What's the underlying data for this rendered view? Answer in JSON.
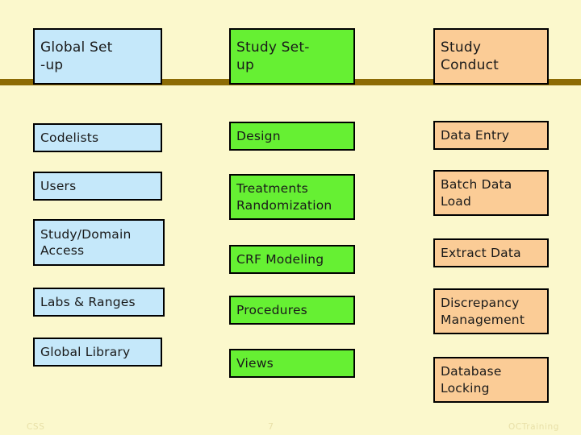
{
  "slide": {
    "background_color": "#FBF8CC",
    "divider_color": "#8C6B04",
    "columns": [
      {
        "id": "global-set-up",
        "accent_color": "#C5E8FA",
        "header": "Global    Set\n-up",
        "items": [
          "Codelists",
          "Users",
          "Study/Domain\nAccess",
          "Labs & Ranges",
          "Global Library"
        ]
      },
      {
        "id": "study-set-up",
        "accent_color": "#66F033",
        "header": "Study   Set-\nup",
        "items": [
          "Design",
          "Treatments\nRandomization",
          "CRF Modeling",
          "Procedures",
          "Views"
        ]
      },
      {
        "id": "study-conduct",
        "accent_color": "#FBCC96",
        "header": "Study\nConduct",
        "items": [
          "Data Entry",
          "Batch Data\nLoad",
          "Extract Data",
          "Discrepancy\nManagement",
          "Database\nLocking"
        ]
      }
    ]
  },
  "footer": {
    "left": "CSS",
    "page_number": "7",
    "right": "OCTraining"
  }
}
